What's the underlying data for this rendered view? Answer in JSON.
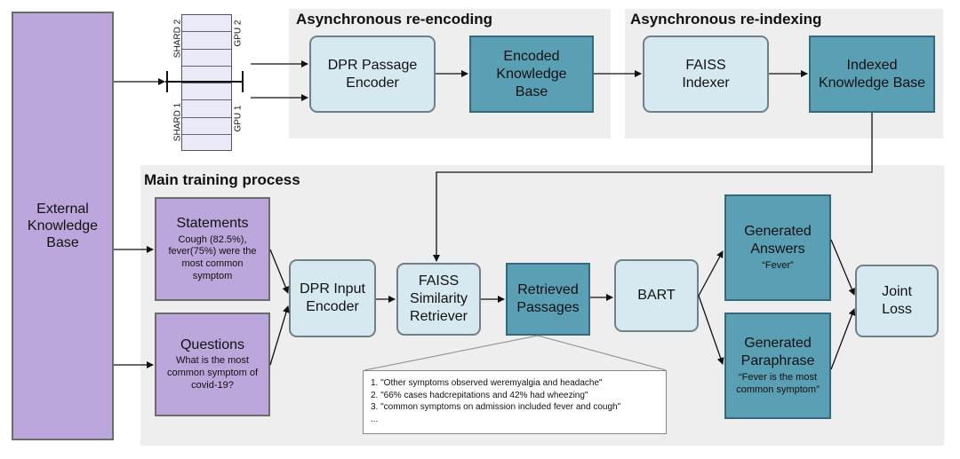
{
  "panels": {
    "reencoding_title": "Asynchronous re-encoding",
    "reindexing_title": "Asynchronous re-indexing",
    "training_title": "Main training process"
  },
  "shards": {
    "shard2": "SHARD 2",
    "shard1": "SHARD 1",
    "gpu2": "GPU 2",
    "gpu1": "GPU 1"
  },
  "nodes": {
    "external_kb": "External Knowledge Base",
    "dpr_passage_encoder": "DPR Passage Encoder",
    "encoded_kb": "Encoded Knowledge Base",
    "faiss_indexer": "FAISS Indexer",
    "indexed_kb": "Indexed Knowledge Base",
    "statements_title": "Statements",
    "statements_text": "Cough (82.5%), fever(75%) were the most common symptom",
    "questions_title": "Questions",
    "questions_text": "What is the most common symptom of covid-19?",
    "dpr_input_encoder": "DPR Input Encoder",
    "faiss_retriever": "FAISS Similarity Retriever",
    "retrieved_passages": "Retrieved Passages",
    "bart": "BART",
    "gen_answers_title": "Generated Answers",
    "gen_answers_text": "“Fever”",
    "gen_paraphrase_title": "Generated Paraphrase",
    "gen_paraphrase_text": "“Fever is the most common symptom”",
    "joint_loss": "Joint Loss"
  },
  "retrieved_list": [
    "1. \"Other symptoms observed weremyalgia and headache\"",
    "2. \"66% cases hadcrepitations and 42% had wheezing\"",
    "3. \"common symptoms on admission included fever and cough\"",
    "..."
  ],
  "colors": {
    "light_box": "#d6e9f0",
    "teal_box": "#5a9fb4",
    "purple_box": "#bba7db",
    "panel_bg": "#eeeeee"
  }
}
